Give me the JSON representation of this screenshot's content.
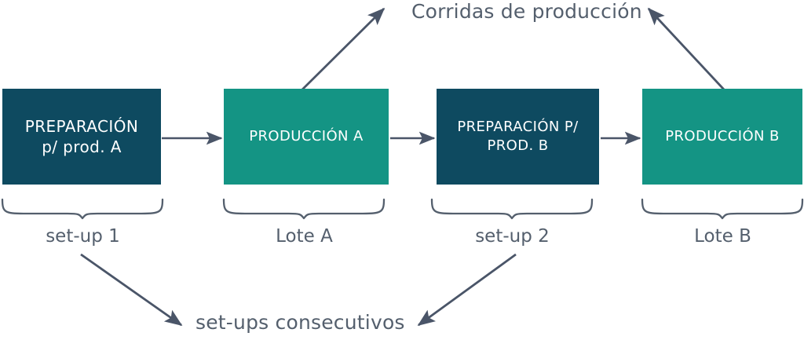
{
  "diagram": {
    "title_top": "Corridas de producción",
    "caption_bottom": "set-ups consecutivos",
    "colors": {
      "dark_navy": "#0e4a60",
      "teal": "#149484",
      "arrow_gray": "#4a5568",
      "text_gray": "#545f6d",
      "node_text": "#ffffff",
      "background": "#ffffff"
    },
    "nodes": [
      {
        "id": "prep-a",
        "label": "PREPARACIÓN\np/ prod. A",
        "color": "dark_navy"
      },
      {
        "id": "prod-a",
        "label": "PRODUCCIÓN A",
        "color": "teal"
      },
      {
        "id": "prep-b",
        "label": "PREPARACIÓN P/\nPROD. B",
        "color": "dark_navy"
      },
      {
        "id": "prod-b",
        "label": "PRODUCCIÓN B",
        "color": "teal"
      }
    ],
    "brace_labels": [
      {
        "id": "setup-1",
        "label": "set-up 1",
        "spans": "prep-a"
      },
      {
        "id": "lote-a",
        "label": "Lote A",
        "spans": "prod-a"
      },
      {
        "id": "setup-2",
        "label": "set-up 2",
        "spans": "prep-b"
      },
      {
        "id": "lote-b",
        "label": "Lote B",
        "spans": "prod-b"
      }
    ],
    "connectors": [
      {
        "id": "prep-a-to-prod-a",
        "kind": "horizontal-arrow"
      },
      {
        "id": "prod-a-to-prep-b",
        "kind": "horizontal-arrow"
      },
      {
        "id": "prep-b-to-prod-b",
        "kind": "horizontal-arrow"
      },
      {
        "id": "prod-a-to-title",
        "kind": "diagonal-arrow"
      },
      {
        "id": "prod-b-to-title",
        "kind": "diagonal-arrow"
      },
      {
        "id": "setup-1-to-caption",
        "kind": "diagonal-arrow"
      },
      {
        "id": "setup-2-to-caption",
        "kind": "diagonal-arrow"
      }
    ]
  }
}
